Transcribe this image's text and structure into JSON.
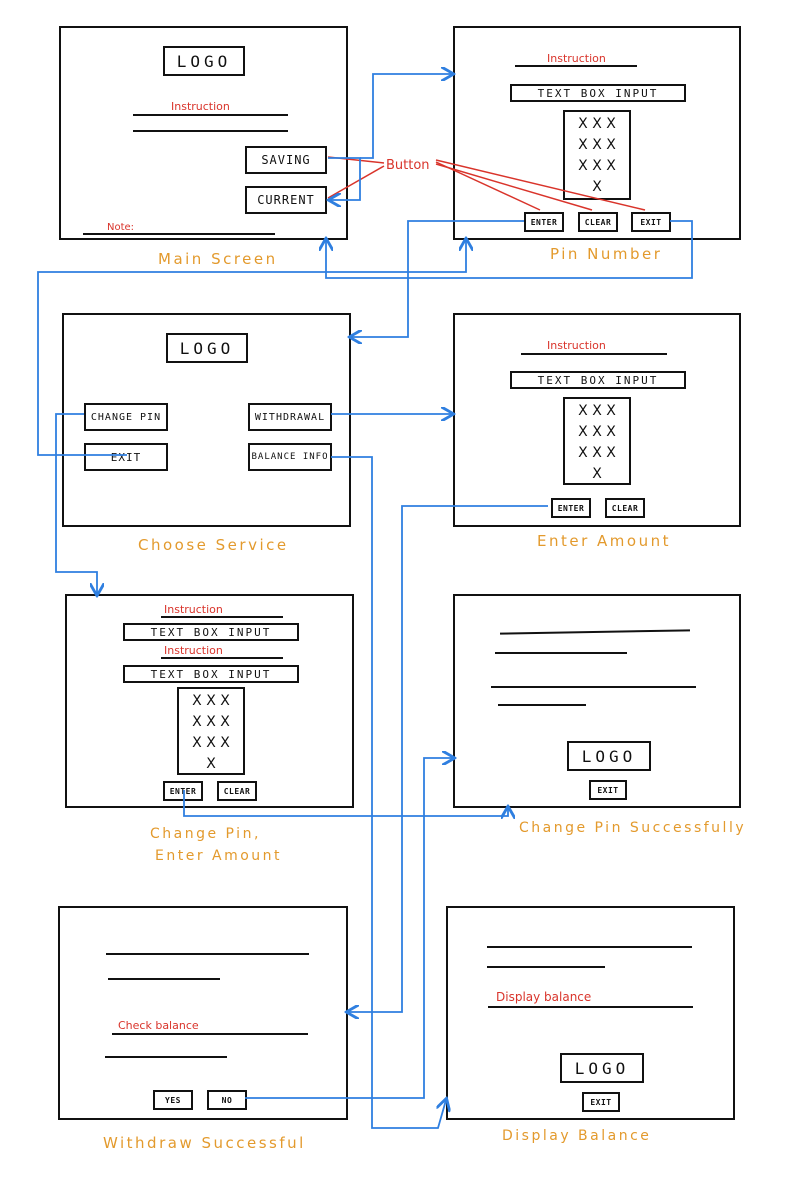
{
  "annotations": {
    "button_label": "Button",
    "note_label": "Note:"
  },
  "common": {
    "logo": "LOGO",
    "instruction": "Instruction",
    "text_box": "TEXT  BOX INPUT",
    "keypad_rows": [
      "X X X",
      "X X X",
      "X X X",
      "X"
    ],
    "enter": "ENTER",
    "clear": "CLEAR",
    "exit_small": "EXIT"
  },
  "main_screen": {
    "caption": "Main Screen",
    "saving": "SAVING",
    "current": "CURRENT"
  },
  "pin_number": {
    "caption": "Pin Number"
  },
  "choose_service": {
    "caption": "Choose Service",
    "change_pin": "CHANGE PIN",
    "exit": "EXIT",
    "withdrawal": "WITHDRAWAL",
    "balance_info": "BALANCE INFO"
  },
  "enter_amount": {
    "caption": "Enter Amount"
  },
  "change_pin_screen": {
    "caption_line1": "Change Pin,",
    "caption_line2": "Enter Amount"
  },
  "change_pin_success": {
    "caption": "Change Pin Successfully"
  },
  "withdraw_success": {
    "caption": "Withdraw Successful",
    "check_balance": "Check balance",
    "yes": "YES",
    "no": "NO"
  },
  "display_balance": {
    "caption": "Display Balance",
    "display_balance_label": "Display balance"
  },
  "colors": {
    "arrow": "#2f7fe0",
    "annotation": "#d9342b",
    "caption": "#e39a2d"
  }
}
